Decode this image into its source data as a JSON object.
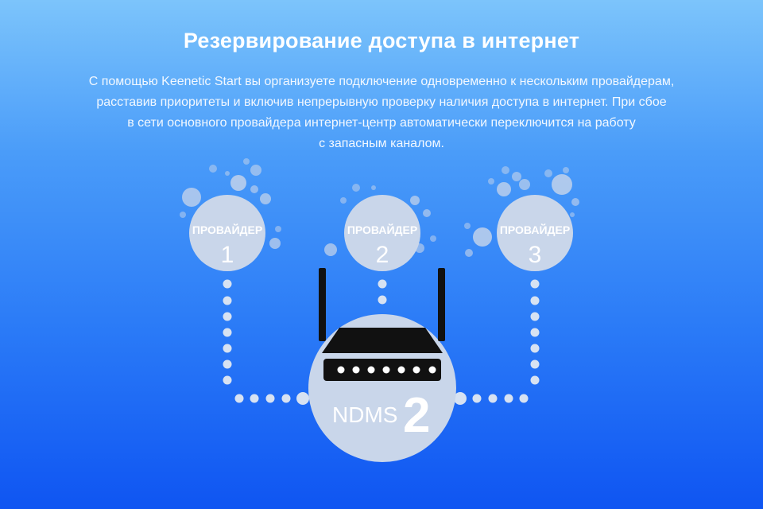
{
  "page": {
    "title": "Резервирование доступа в интернет",
    "description_lines": [
      "С помощью Keenetic Start вы организуете подключение одновременно к нескольким провайдерам,",
      "расставив приоритеты и включив непрерывную проверку наличия доступа в интернет. При сбое",
      "в сети основного провайдера интернет-центр автоматически переключится на работу",
      "с запасным каналом."
    ]
  },
  "providers": [
    {
      "label": "ПРОВАЙДЕР",
      "number": "1"
    },
    {
      "label": "ПРОВАЙДЕР",
      "number": "2"
    },
    {
      "label": "ПРОВАЙДЕР",
      "number": "3"
    }
  ],
  "router": {
    "brand_text": "NDMS",
    "brand_number": "2"
  },
  "colors": {
    "bubble_fill": "#c9d6ea",
    "router_body": "#111111",
    "dot_fill": "#d7e2f2"
  }
}
